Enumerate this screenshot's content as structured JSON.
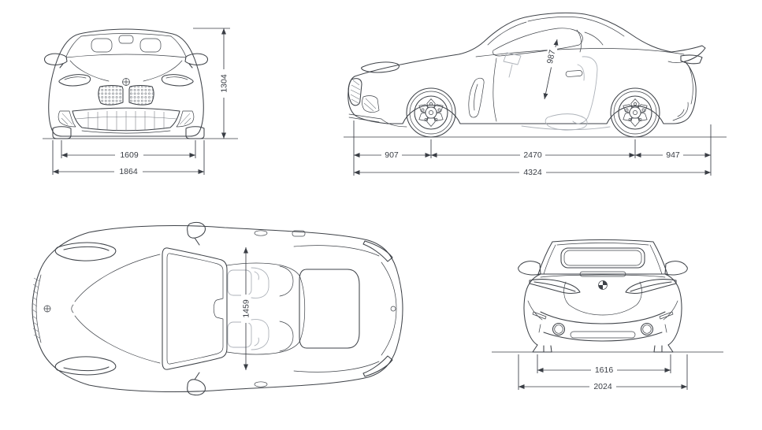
{
  "colors": {
    "line": "#3e4248",
    "light_line": "#adb2b9",
    "dim": "#3a3e45",
    "background": "#ffffff"
  },
  "views": {
    "front": {
      "height": "1304",
      "track": "1609",
      "overall_width": "1864"
    },
    "side": {
      "roof_to_seat": "987",
      "front_overhang": "907",
      "wheelbase": "2470",
      "rear_overhang": "947",
      "overall_length": "4324"
    },
    "top": {
      "interior_width": "1459"
    },
    "rear": {
      "track": "1616",
      "overall_width_mirrors": "2024"
    }
  }
}
